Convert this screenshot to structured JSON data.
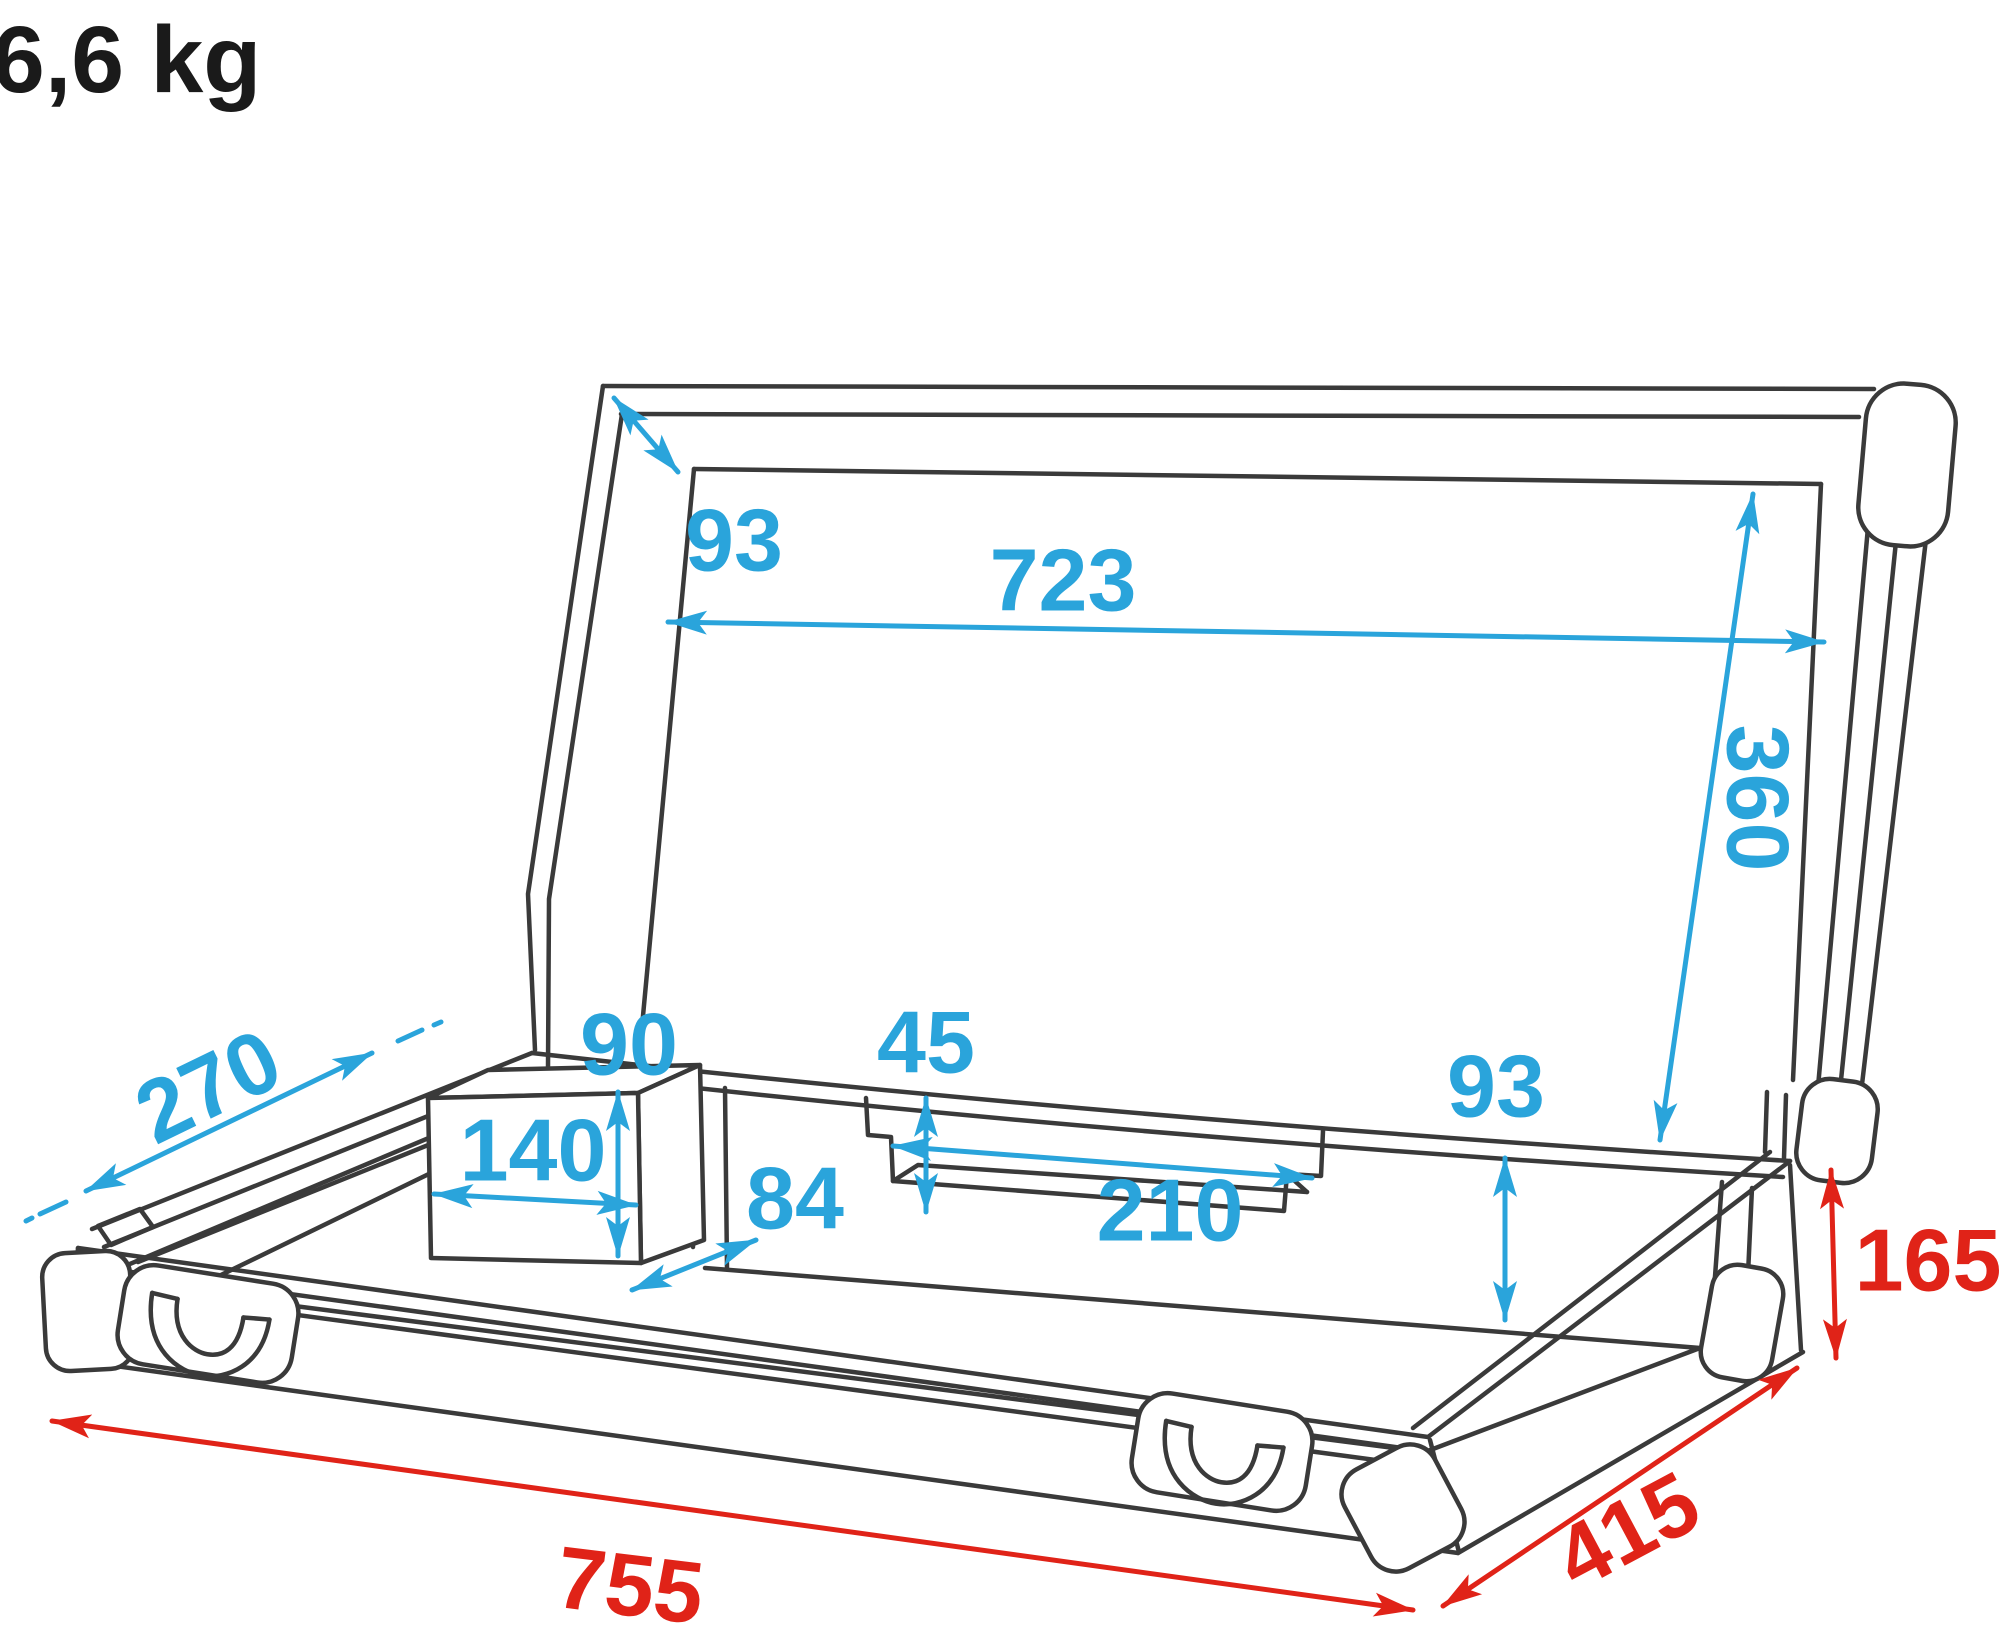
{
  "weight_label": "6,6 kg",
  "colors": {
    "outline": "#3a3a3a",
    "dimension_blue": "#2AA4DB",
    "dimension_red": "#E02318",
    "weight_text": "#1a1a1a",
    "background": "#ffffff"
  },
  "dims": {
    "lid_flange_depth": "93",
    "lid_opening_width": "723",
    "lid_opening_height": "360",
    "left_edge_depth": "270",
    "compartment_height": "90",
    "compartment_width": "140",
    "compartment_depth": "84",
    "recess_height": "45",
    "recess_width": "210",
    "interior_depth": "93",
    "case_height": "165",
    "case_length": "755",
    "case_depth": "415"
  }
}
